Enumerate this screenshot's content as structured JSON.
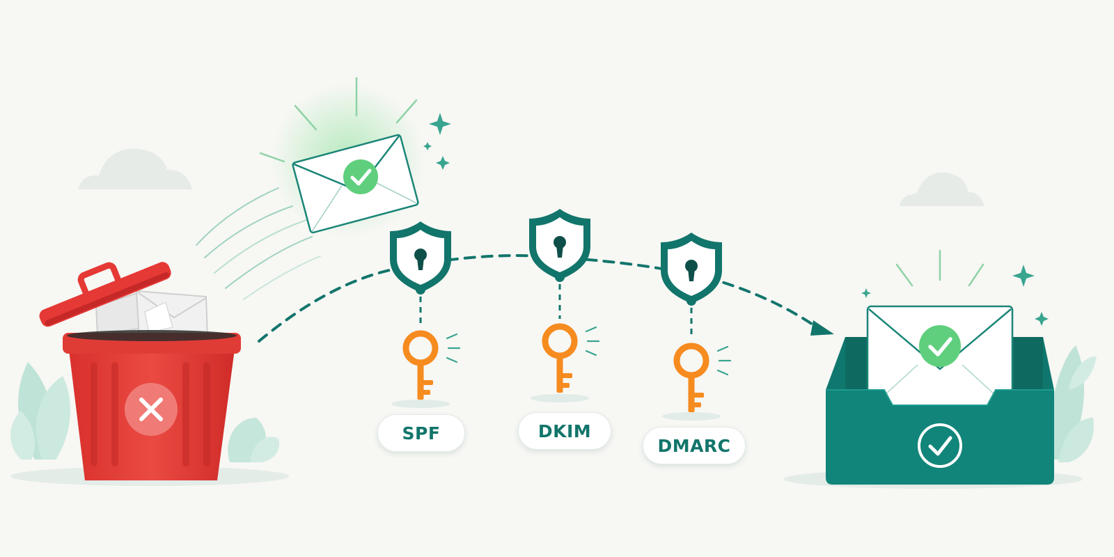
{
  "protocols": [
    {
      "id": "spf",
      "label": "SPF"
    },
    {
      "id": "dkim",
      "label": "DKIM"
    },
    {
      "id": "dmarc",
      "label": "DMARC"
    }
  ],
  "colors": {
    "background": "#f7f7f4",
    "teal": "#12756b",
    "teal_dark": "#0e6a61",
    "trash_red": "#e53935",
    "trash_red_dark": "#c62828",
    "key_orange": "#f68b1f",
    "check_green": "#5fcf7d",
    "leaf": "#bfe3d7",
    "cloud": "#e6ebe8"
  },
  "icons": {
    "trash": "trash-can-icon",
    "reject": "x-circle-icon",
    "envelope": "envelope-icon",
    "shield": "shield-lock-icon",
    "key": "key-icon",
    "inbox": "inbox-tray-icon",
    "check": "check-circle-icon",
    "sparkle": "sparkle-icon",
    "cloud": "cloud-icon",
    "leaf": "leaf-icon"
  }
}
